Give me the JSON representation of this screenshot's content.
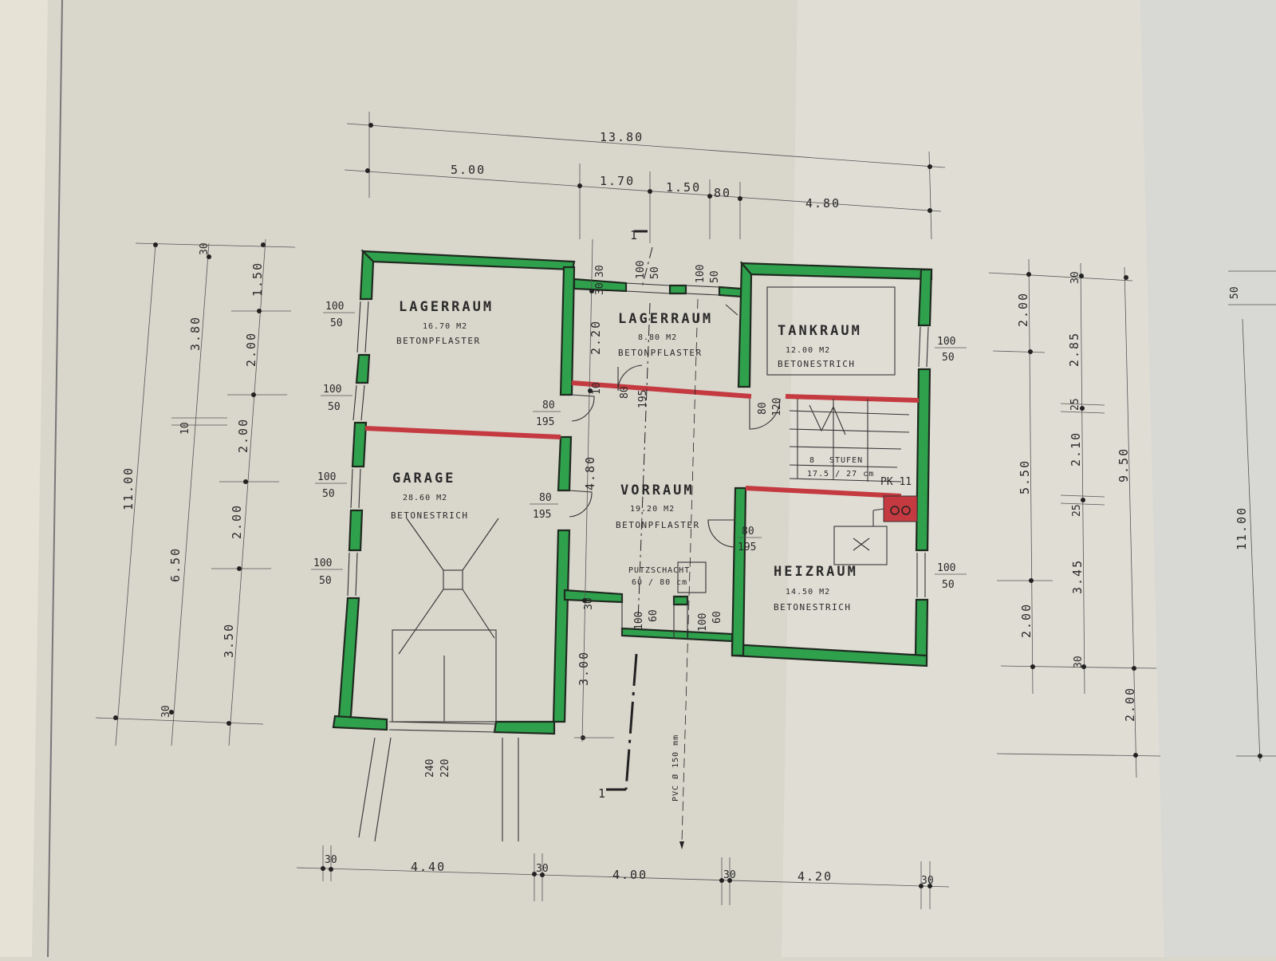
{
  "overall_dims": {
    "top_total": "13.80",
    "top_segments": [
      "5.00",
      "1.70",
      "1.50",
      "80",
      "4.80"
    ],
    "bottom_segments": [
      "30",
      "4.40",
      "30",
      "4.00",
      "30",
      "4.20",
      "30"
    ],
    "left_total": "11.00",
    "left_segments_outer": [
      "30",
      "3.80",
      "10",
      "6.50",
      "30"
    ],
    "left_segments_inner": [
      "1.50",
      "2.00",
      "2.00",
      "2.00",
      "3.50"
    ],
    "right_segments_a": [
      "30",
      "2.85",
      "25",
      "2.10",
      "25",
      "3.45",
      "30"
    ],
    "right_segments_b": [
      "2.00",
      "5.50",
      "2.00"
    ],
    "right_total_a": "9.50",
    "right_extra": "2.00",
    "far_right_total": "11.00",
    "far_right_small": "50"
  },
  "rooms": [
    {
      "name": "LAGERRAUM",
      "area": "16.70  M2",
      "material": "BETONPFLASTER"
    },
    {
      "name": "LAGERRAUM",
      "area": "8.80  M2",
      "material": "BETONPFLASTER"
    },
    {
      "name": "TANKRAUM",
      "area": "12.00  M2",
      "material": "BETONESTRICH"
    },
    {
      "name": "GARAGE",
      "area": "28.60  M2",
      "material": "BETONESTRICH"
    },
    {
      "name": "VORRAUM",
      "area": "19.20  M2",
      "material": "BETONPFLASTER"
    },
    {
      "name": "HEIZRAUM",
      "area": "14.50  M2",
      "material": "BETONESTRICH"
    }
  ],
  "windows": {
    "top": "100",
    "bottom": "50"
  },
  "doors": {
    "d80": "80",
    "d195": "195",
    "d120": "120",
    "d1": "10",
    "garage_w": "240",
    "garage_h": "220"
  },
  "inner_dims": {
    "v220": "2.20",
    "v480": "4.80",
    "v300": "3.00",
    "v30a": "30",
    "v30b": "30",
    "win_small_a": "100",
    "win_small_b": "50",
    "win_small_c": "60"
  },
  "stairs": {
    "steps": "8",
    "label": "STUFEN",
    "rise": "17.5  /  27  cm",
    "pk": "PK 11"
  },
  "notes": {
    "putzschacht": "PUTZSCHACHT",
    "putzschacht_size": "60 / 80 cm",
    "pvc": "PVC  Ø 150  mm",
    "section_mark": "1"
  },
  "colors": {
    "wall": "#2fa14d",
    "partition": "#c43a40",
    "paper": "#d9d6cc",
    "ink": "#2a2a2a"
  }
}
